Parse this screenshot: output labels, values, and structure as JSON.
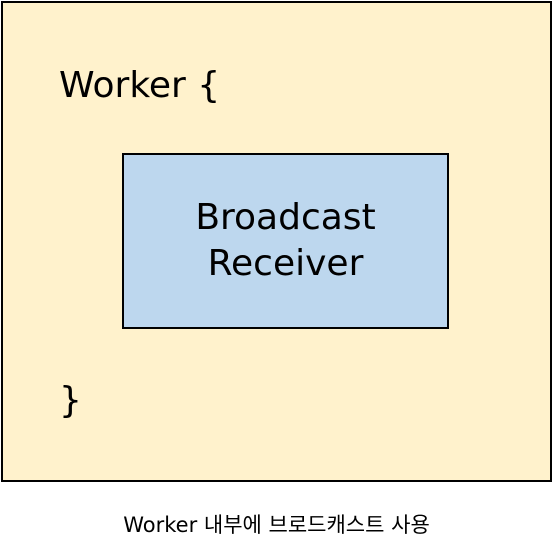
{
  "diagram": {
    "outer": {
      "open_label": "Worker {",
      "close_label": "}",
      "fill_color": "#fff2cc",
      "border_color": "#000000"
    },
    "inner": {
      "line1": "Broadcast",
      "line2": "Receiver",
      "fill_color": "#bdd7ee",
      "border_color": "#000000"
    }
  },
  "caption": "Worker 내부에 브로드캐스트 사용"
}
